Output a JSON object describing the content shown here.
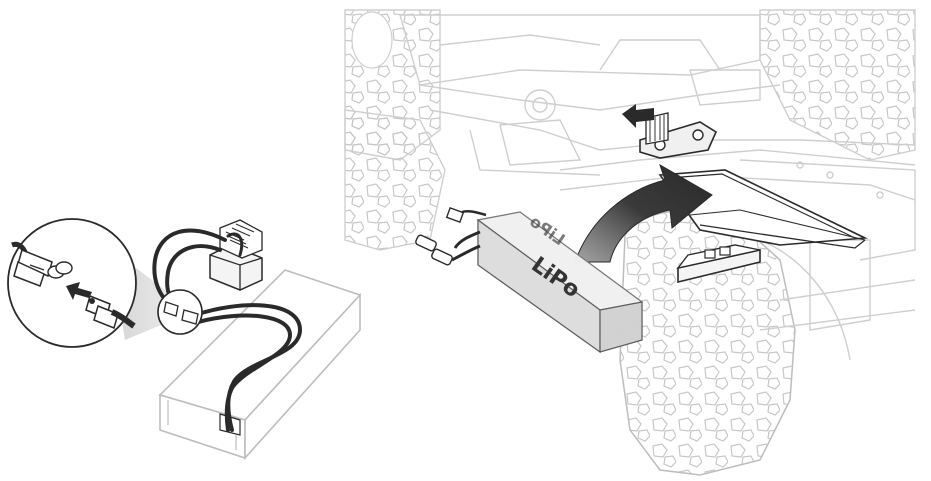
{
  "battery": {
    "label": "LiPo",
    "label_secondary": "LiPo"
  },
  "colors": {
    "line": "#2a2a2a",
    "light_line": "#bdbdbd",
    "arrow": "#3a3a3a",
    "battery_fill": "#e8e8e8",
    "callout_shade": "#d8d8d8"
  },
  "icons": {
    "direction_arrow": "curved-arrow",
    "slide_arrow": "left-arrow",
    "connect_arrow": "left-arrow"
  }
}
